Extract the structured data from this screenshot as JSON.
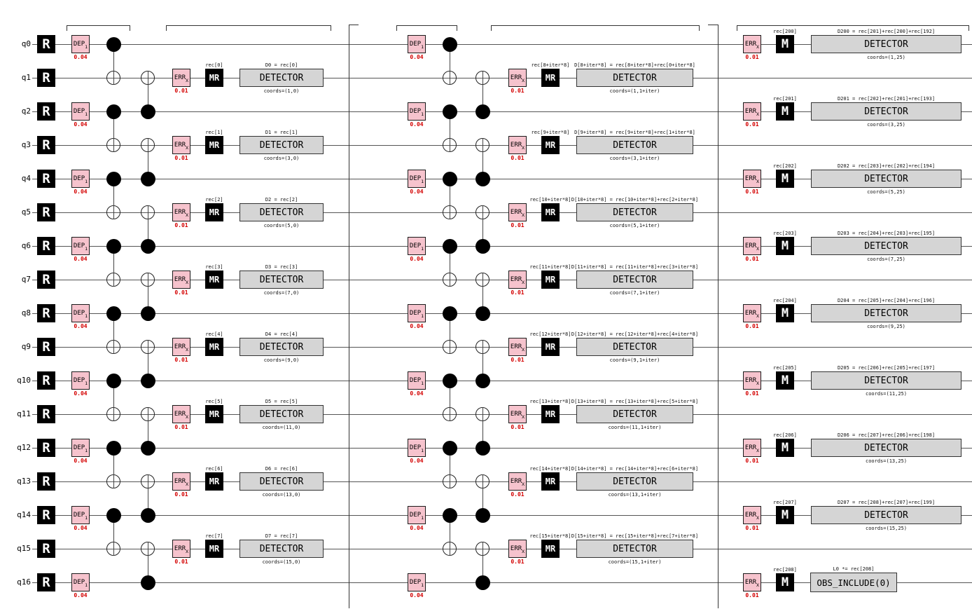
{
  "title": "stim-repetition-code-timeline-diagram",
  "palette": {
    "noise_fill": "#f6c3cd",
    "noise_border": "#1a1a1a",
    "probability_text": "#d40000",
    "gate_fill": "#000000",
    "gate_text": "#ffffff",
    "detector_fill": "#d5d5d5",
    "wire": "#555555"
  },
  "gate_labels": {
    "reset": "R",
    "dep": "DEP",
    "dep_sub": "1",
    "dep_prob": "0.04",
    "err": "ERR",
    "err_sub": "X",
    "err_prob": "0.01",
    "measure_reset": "MR",
    "measure": "M",
    "detector": "DETECTOR"
  },
  "qubits": [
    {
      "label": "q0",
      "role": "data",
      "final": {
        "rec": "rec[200]",
        "result": "D200 = rec[201]+rec[200]+rec[192]",
        "coords": "coords=(1,25)"
      }
    },
    {
      "label": "q1",
      "role": "measure",
      "round0": {
        "rec": "rec[0]",
        "result": "D0 = rec[0]",
        "coords": "coords=(1,0)"
      },
      "loop": {
        "rec": "rec[8+iter*8]",
        "result": "D[8+iter*8] = rec[8+iter*8]+rec[0+iter*8]",
        "coords": "coords=(1,1+iter)"
      }
    },
    {
      "label": "q2",
      "role": "data",
      "final": {
        "rec": "rec[201]",
        "result": "D201 = rec[202]+rec[201]+rec[193]",
        "coords": "coords=(3,25)"
      }
    },
    {
      "label": "q3",
      "role": "measure",
      "round0": {
        "rec": "rec[1]",
        "result": "D1 = rec[1]",
        "coords": "coords=(3,0)"
      },
      "loop": {
        "rec": "rec[9+iter*8]",
        "result": "D[9+iter*8] = rec[9+iter*8]+rec[1+iter*8]",
        "coords": "coords=(3,1+iter)"
      }
    },
    {
      "label": "q4",
      "role": "data",
      "final": {
        "rec": "rec[202]",
        "result": "D202 = rec[203]+rec[202]+rec[194]",
        "coords": "coords=(5,25)"
      }
    },
    {
      "label": "q5",
      "role": "measure",
      "round0": {
        "rec": "rec[2]",
        "result": "D2 = rec[2]",
        "coords": "coords=(5,0)"
      },
      "loop": {
        "rec": "rec[10+iter*8]",
        "result": "D[10+iter*8] = rec[10+iter*8]+rec[2+iter*8]",
        "coords": "coords=(5,1+iter)"
      }
    },
    {
      "label": "q6",
      "role": "data",
      "final": {
        "rec": "rec[203]",
        "result": "D203 = rec[204]+rec[203]+rec[195]",
        "coords": "coords=(7,25)"
      }
    },
    {
      "label": "q7",
      "role": "measure",
      "round0": {
        "rec": "rec[3]",
        "result": "D3 = rec[3]",
        "coords": "coords=(7,0)"
      },
      "loop": {
        "rec": "rec[11+iter*8]",
        "result": "D[11+iter*8] = rec[11+iter*8]+rec[3+iter*8]",
        "coords": "coords=(7,1+iter)"
      }
    },
    {
      "label": "q8",
      "role": "data",
      "final": {
        "rec": "rec[204]",
        "result": "D204 = rec[205]+rec[204]+rec[196]",
        "coords": "coords=(9,25)"
      }
    },
    {
      "label": "q9",
      "role": "measure",
      "round0": {
        "rec": "rec[4]",
        "result": "D4 = rec[4]",
        "coords": "coords=(9,0)"
      },
      "loop": {
        "rec": "rec[12+iter*8]",
        "result": "D[12+iter*8] = rec[12+iter*8]+rec[4+iter*8]",
        "coords": "coords=(9,1+iter)"
      }
    },
    {
      "label": "q10",
      "role": "data",
      "final": {
        "rec": "rec[205]",
        "result": "D205 = rec[206]+rec[205]+rec[197]",
        "coords": "coords=(11,25)"
      }
    },
    {
      "label": "q11",
      "role": "measure",
      "round0": {
        "rec": "rec[5]",
        "result": "D5 = rec[5]",
        "coords": "coords=(11,0)"
      },
      "loop": {
        "rec": "rec[13+iter*8]",
        "result": "D[13+iter*8] = rec[13+iter*8]+rec[5+iter*8]",
        "coords": "coords=(11,1+iter)"
      }
    },
    {
      "label": "q12",
      "role": "data",
      "final": {
        "rec": "rec[206]",
        "result": "D206 = rec[207]+rec[206]+rec[198]",
        "coords": "coords=(13,25)"
      }
    },
    {
      "label": "q13",
      "role": "measure",
      "round0": {
        "rec": "rec[6]",
        "result": "D6 = rec[6]",
        "coords": "coords=(13,0)"
      },
      "loop": {
        "rec": "rec[14+iter*8]",
        "result": "D[14+iter*8] = rec[14+iter*8]+rec[6+iter*8]",
        "coords": "coords=(13,1+iter)"
      }
    },
    {
      "label": "q14",
      "role": "data",
      "final": {
        "rec": "rec[207]",
        "result": "D207 = rec[208]+rec[207]+rec[199]",
        "coords": "coords=(15,25)"
      }
    },
    {
      "label": "q15",
      "role": "measure",
      "round0": {
        "rec": "rec[7]",
        "result": "D7 = rec[7]",
        "coords": "coords=(15,0)"
      },
      "loop": {
        "rec": "rec[15+iter*8]",
        "result": "D[15+iter*8] = rec[15+iter*8]+rec[7+iter*8]",
        "coords": "coords=(15,1+iter)"
      }
    },
    {
      "label": "q16",
      "role": "observable",
      "final": {
        "rec": "rec[208]",
        "result": "L0 *= rec[208]",
        "obs": "OBS_INCLUDE(0)"
      }
    }
  ]
}
